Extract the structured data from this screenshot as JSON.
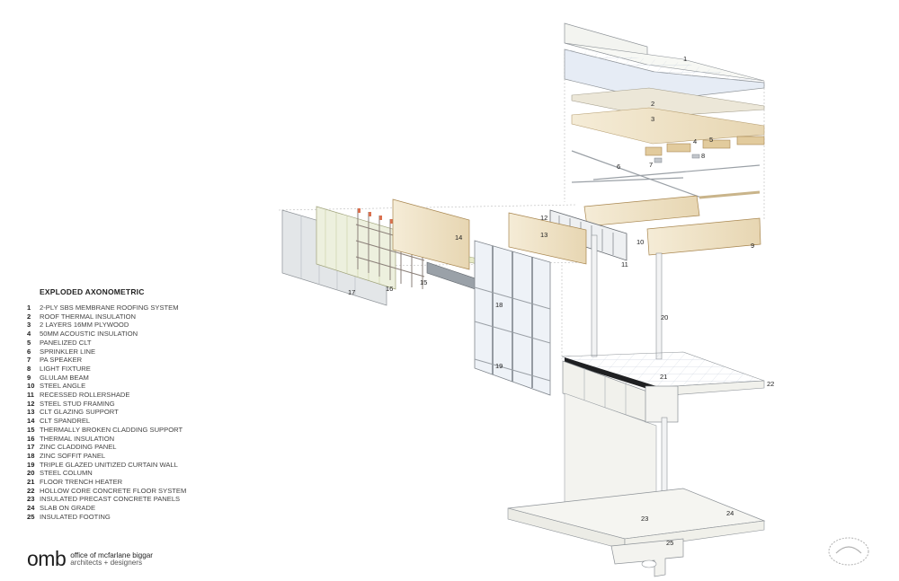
{
  "legend": {
    "title": "EXPLODED AXONOMETRIC",
    "items": [
      {
        "num": "1",
        "text": "2-PLY SBS MEMBRANE ROOFING SYSTEM"
      },
      {
        "num": "2",
        "text": "ROOF THERMAL INSULATION"
      },
      {
        "num": "3",
        "text": "2 LAYERS 16MM PLYWOOD"
      },
      {
        "num": "4",
        "text": "50MM ACOUSTIC INSULATION"
      },
      {
        "num": "5",
        "text": "PANELIZED CLT"
      },
      {
        "num": "6",
        "text": "SPRINKLER LINE"
      },
      {
        "num": "7",
        "text": "PA SPEAKER"
      },
      {
        "num": "8",
        "text": "LIGHT FIXTURE"
      },
      {
        "num": "9",
        "text": "GLULAM BEAM"
      },
      {
        "num": "10",
        "text": "STEEL ANGLE"
      },
      {
        "num": "11",
        "text": "RECESSED ROLLERSHADE"
      },
      {
        "num": "12",
        "text": "STEEL STUD FRAMING"
      },
      {
        "num": "13",
        "text": "CLT GLAZING SUPPORT"
      },
      {
        "num": "14",
        "text": "CLT SPANDREL"
      },
      {
        "num": "15",
        "text": "THERMALLY BROKEN CLADDING SUPPORT"
      },
      {
        "num": "16",
        "text": "THERMAL INSULATION"
      },
      {
        "num": "17",
        "text": "ZINC CLADDING PANEL"
      },
      {
        "num": "18",
        "text": "ZINC SOFFIT PANEL"
      },
      {
        "num": "19",
        "text": "TRIPLE GLAZED UNITIZED CURTAIN WALL"
      },
      {
        "num": "20",
        "text": "STEEL COLUMN"
      },
      {
        "num": "21",
        "text": "FLOOR TRENCH HEATER"
      },
      {
        "num": "22",
        "text": "HOLLOW CORE CONCRETE FLOOR SYSTEM"
      },
      {
        "num": "23",
        "text": "INSULATED PRECAST CONCRETE PANELS"
      },
      {
        "num": "24",
        "text": "SLAB ON GRADE"
      },
      {
        "num": "25",
        "text": "INSULATED FOOTING"
      }
    ]
  },
  "brand": {
    "mark": "omb",
    "line1": "office of mcfarlane biggar",
    "line2": "architects + designers"
  },
  "callouts": {
    "c1": "1",
    "c2": "2",
    "c3": "3",
    "c4": "4",
    "c5": "5",
    "c6": "6",
    "c7": "7",
    "c8": "8",
    "c9": "9",
    "c10": "10",
    "c11": "11",
    "c12": "12",
    "c13": "13",
    "c14": "14",
    "c15": "15",
    "c16": "16",
    "c17": "17",
    "c18": "18",
    "c19": "19",
    "c20": "20",
    "c21": "21",
    "c22": "22",
    "c23": "23",
    "c24": "24",
    "c25": "25"
  },
  "colors": {
    "wood": "#f1e5cb",
    "wood_dark": "#d9c49a",
    "zinc": "#e1e4e6",
    "glass": "#edf1f6",
    "concrete": "#f2f2ee",
    "steel": "#8a8f96",
    "insulation": "#eef1e0",
    "floor_grid": "#e6ecf4"
  }
}
